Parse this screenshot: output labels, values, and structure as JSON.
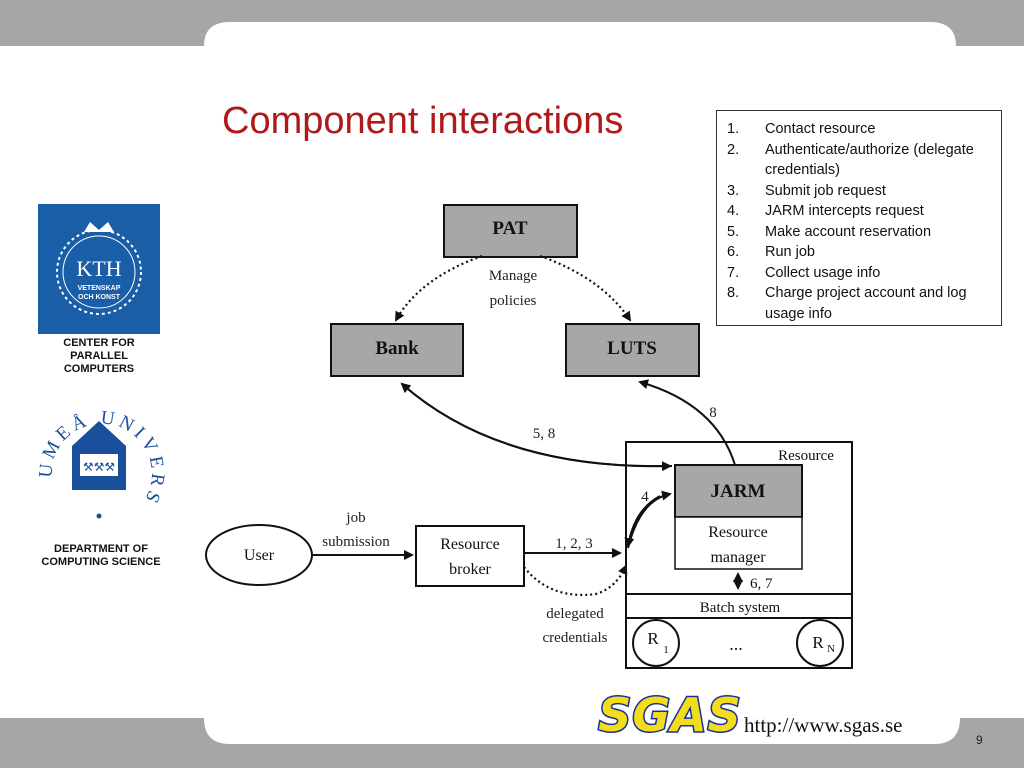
{
  "slide": {
    "title": "Component interactions",
    "page_number": "9",
    "url": "http://www.sgas.se",
    "sgas_logo_text": "SGAS"
  },
  "steps": [
    {
      "num": "1.",
      "text": "Contact resource"
    },
    {
      "num": "2.",
      "text": "Authenticate/authorize (delegate credentials)"
    },
    {
      "num": "3.",
      "text": "Submit job request"
    },
    {
      "num": "4.",
      "text": "JARM intercepts request"
    },
    {
      "num": "5.",
      "text": "Make account reservation"
    },
    {
      "num": "6.",
      "text": "Run job"
    },
    {
      "num": "7.",
      "text": "Collect usage info"
    },
    {
      "num": "8.",
      "text": "Charge project account and log usage info"
    }
  ],
  "logos": {
    "kth_text": "KTH",
    "kth_sub1": "VETENSKAP",
    "kth_sub2": "OCH KONST",
    "kth_caption": [
      "CENTER FOR",
      "PARALLEL",
      "COMPUTERS"
    ],
    "umu_ring_text": "UMEÅ UNIVERSITET",
    "umu_caption": [
      "DEPARTMENT OF",
      "COMPUTING SCIENCE"
    ]
  },
  "diagram": {
    "pat": "PAT",
    "bank": "Bank",
    "luts": "LUTS",
    "jarm": "JARM",
    "user": "User",
    "broker_line1": "Resource",
    "broker_line2": "broker",
    "resource_label": "Resource",
    "rm_line1": "Resource",
    "rm_line2": "manager",
    "batch": "Batch system",
    "r1": "R",
    "r1_sub": "1",
    "rn": "R",
    "rn_sub": "N",
    "dots": "...",
    "manage_line1": "Manage",
    "manage_line2": "policies",
    "label_58": "5, 8",
    "label_8": "8",
    "label_4": "4",
    "label_123": "1, 2, 3",
    "label_67": "6, 7",
    "job_line1": "job",
    "job_line2": "submission",
    "deleg_line1": "delegated",
    "deleg_line2": "credentials"
  },
  "colors": {
    "title": "#b0191b",
    "frame_gray": "#a8a5a8",
    "box_fill": "#a7a7a7",
    "kth_blue": "#1a5ea8",
    "umu_blue": "#1a4f9c",
    "sgas_yellow": "#f2dd1a",
    "sgas_blue": "#1b2f9c"
  }
}
